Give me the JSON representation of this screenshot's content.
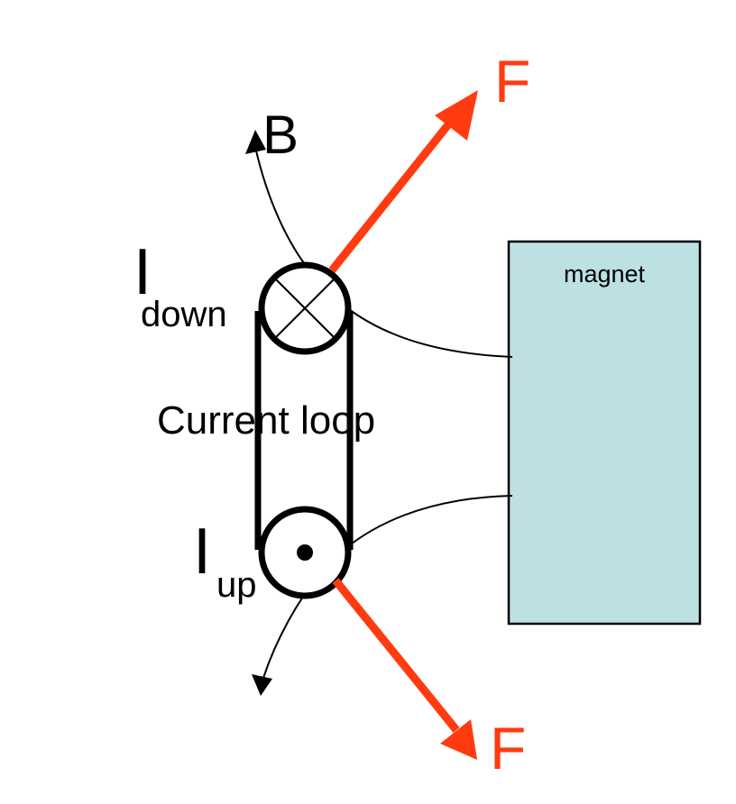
{
  "labels": {
    "force_top": "F",
    "force_bottom": "F",
    "field": "B",
    "current_down_main": "I",
    "current_down_sub": "down",
    "current_up_main": "I",
    "current_up_sub": "up",
    "loop": "Current loop",
    "magnet": "magnet"
  },
  "colors": {
    "force": "#ff3b0f",
    "magnet_fill": "#bde0e3",
    "stroke": "#000000"
  }
}
